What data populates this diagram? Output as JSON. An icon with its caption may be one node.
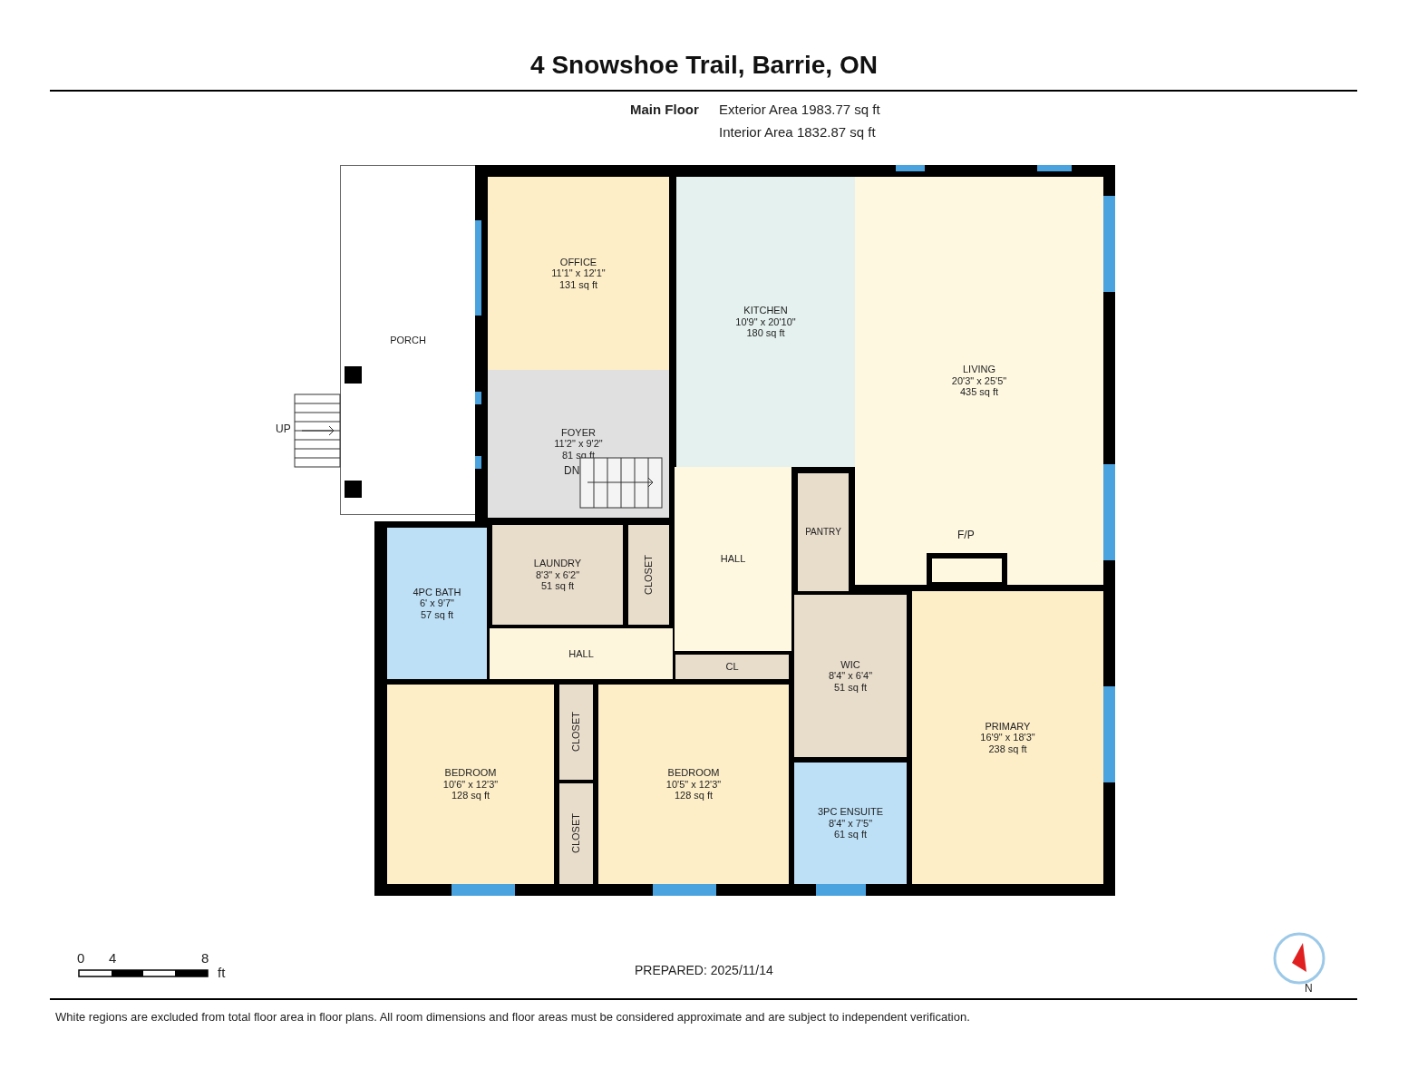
{
  "diagram": {
    "title": "4 Snowshoe Trail, Barrie, ON",
    "nodes": [
      {
        "text": [
          "PORCH"
        ]
      },
      {
        "text": [
          "OFFICE",
          "11'1\" x 12'1\"",
          "131 sq ft"
        ]
      },
      {
        "text": [
          "KITCHEN",
          "10'9\" x 20'10\"",
          "180 sq ft"
        ]
      },
      {
        "text": [
          "LIVING",
          "20'3\" x 25'5\"",
          "435 sq ft"
        ]
      },
      {
        "text": [
          "FOYER",
          "11'2\" x 9'2\"",
          "81 sq ft"
        ]
      },
      {
        "text": [
          "PANTRY"
        ]
      },
      {
        "text": [
          "4PC BATH",
          "6' x 9'7\"",
          "57 sq ft"
        ]
      },
      {
        "text": [
          "LAUNDRY",
          "8'3\" x 6'2\"",
          "51 sq ft"
        ]
      },
      {
        "text": [
          "CLOSET"
        ]
      },
      {
        "text": [
          "HALL"
        ]
      },
      {
        "text": [
          "HALL"
        ]
      },
      {
        "text": [
          "CL"
        ]
      },
      {
        "text": [
          "WIC",
          "8'4\" x 6'4\"",
          "51 sq ft"
        ]
      },
      {
        "text": [
          "PRIMARY",
          "16'9\" x 18'3\"",
          "238 sq ft"
        ]
      },
      {
        "text": [
          "BEDROOM",
          "10'6\" x 12'3\"",
          "128 sq ft"
        ]
      },
      {
        "text": [
          "CLOSET"
        ]
      },
      {
        "text": [
          "BEDROOM",
          "10'5\" x 12'3\"",
          "128 sq ft"
        ]
      },
      {
        "text": [
          "CLOSET"
        ]
      },
      {
        "text": [
          "3PC ENSUITE",
          "8'4\" x 7'5\"",
          "61 sq ft"
        ]
      }
    ],
    "edges": [],
    "labels": [
      "Main Floor",
      "Exterior Area 1983.77 sq ft",
      "Interior Area 1832.87 sq ft",
      "UP",
      "DN",
      "F/P",
      "0",
      "4",
      "8",
      "ft",
      "PREPARED: 2025/11/14",
      "N",
      "White regions are excluded from total floor area in floor plans. All room dimensions and floor areas must be considered approximate and are subject to independent verification."
    ]
  }
}
